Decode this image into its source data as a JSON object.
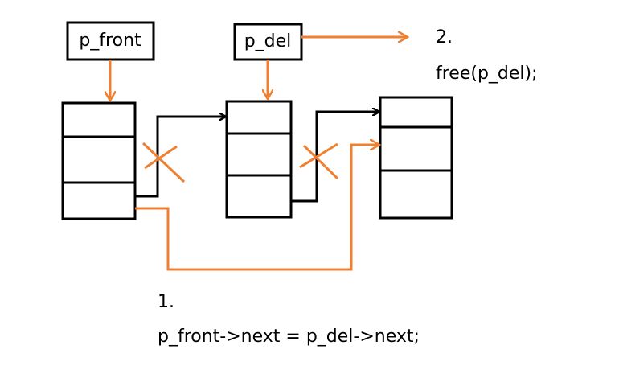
{
  "pointers": {
    "front": "p_front",
    "del": "p_del"
  },
  "steps": {
    "step1": {
      "number": "1.",
      "code": "p_front->next = p_del->next;"
    },
    "step2": {
      "number": "2.",
      "code": "free(p_del);"
    }
  },
  "colors": {
    "structure": "#000000",
    "change": "#f08030"
  }
}
